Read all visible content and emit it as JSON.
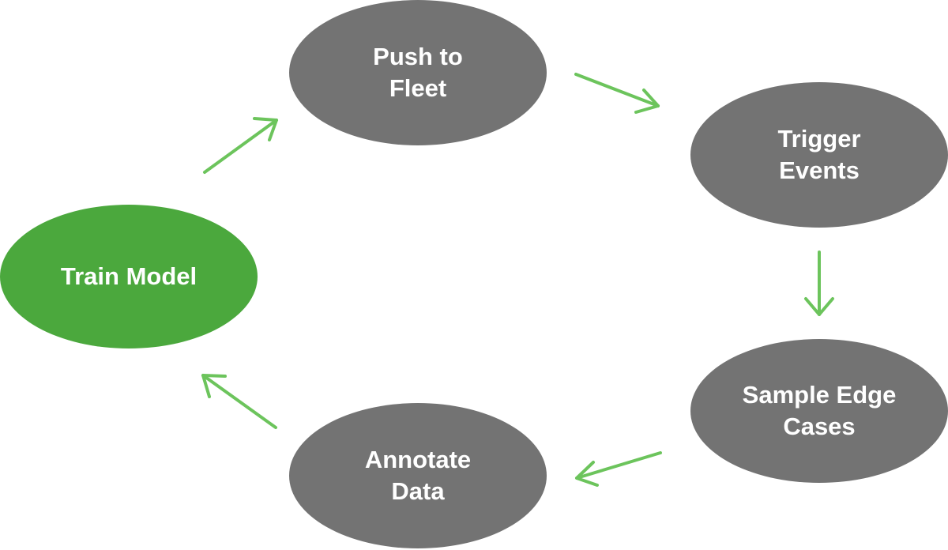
{
  "colors": {
    "active_node": "#4ba83d",
    "node": "#737373",
    "arrow": "#6cc45c",
    "text": "#ffffff"
  },
  "nodes": [
    {
      "id": "train",
      "state": "active",
      "lines": [
        "Train Model"
      ]
    },
    {
      "id": "push",
      "state": "normal",
      "lines": [
        "Push to",
        "Fleet"
      ]
    },
    {
      "id": "trigger",
      "state": "normal",
      "lines": [
        "Trigger",
        "Events"
      ]
    },
    {
      "id": "sample",
      "state": "normal",
      "lines": [
        "Sample Edge",
        "Cases"
      ]
    },
    {
      "id": "annot",
      "state": "normal",
      "lines": [
        "Annotate",
        "Data"
      ]
    }
  ],
  "edges": [
    {
      "from": "train",
      "to": "push"
    },
    {
      "from": "push",
      "to": "trigger"
    },
    {
      "from": "trigger",
      "to": "sample"
    },
    {
      "from": "sample",
      "to": "annot"
    },
    {
      "from": "annot",
      "to": "train"
    }
  ]
}
